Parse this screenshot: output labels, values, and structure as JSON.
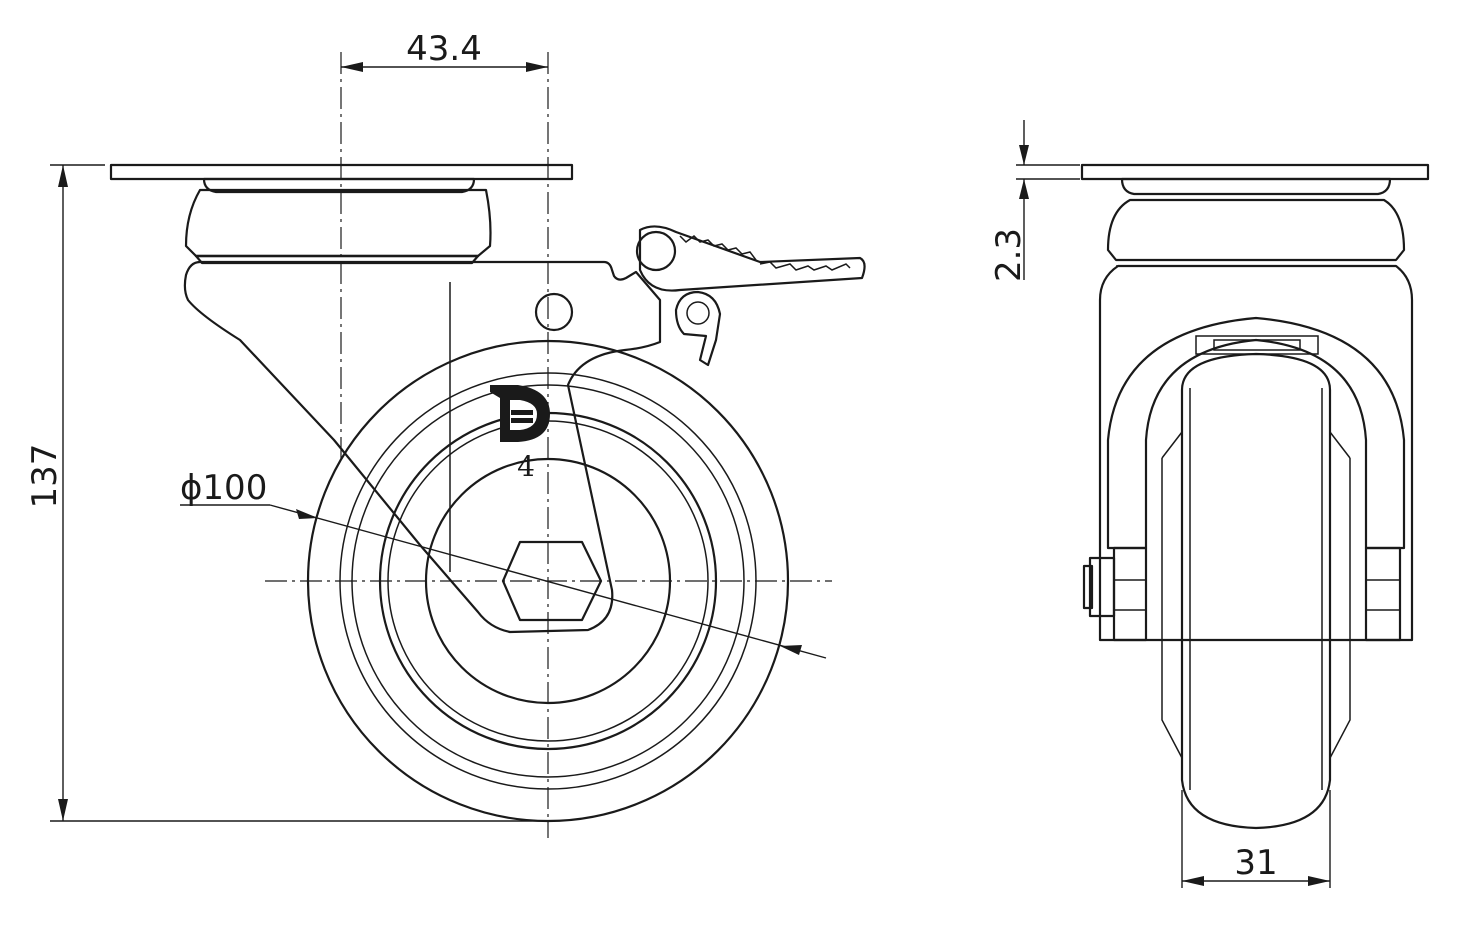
{
  "dimensions": {
    "plate_offset": "43.4",
    "total_height": "137",
    "wheel_diameter": "ϕ100",
    "plate_thickness": "2.3",
    "wheel_width": "31"
  },
  "marking": {
    "size_code": "4"
  },
  "colors": {
    "line": "#1a1a1a",
    "background": "#ffffff"
  }
}
